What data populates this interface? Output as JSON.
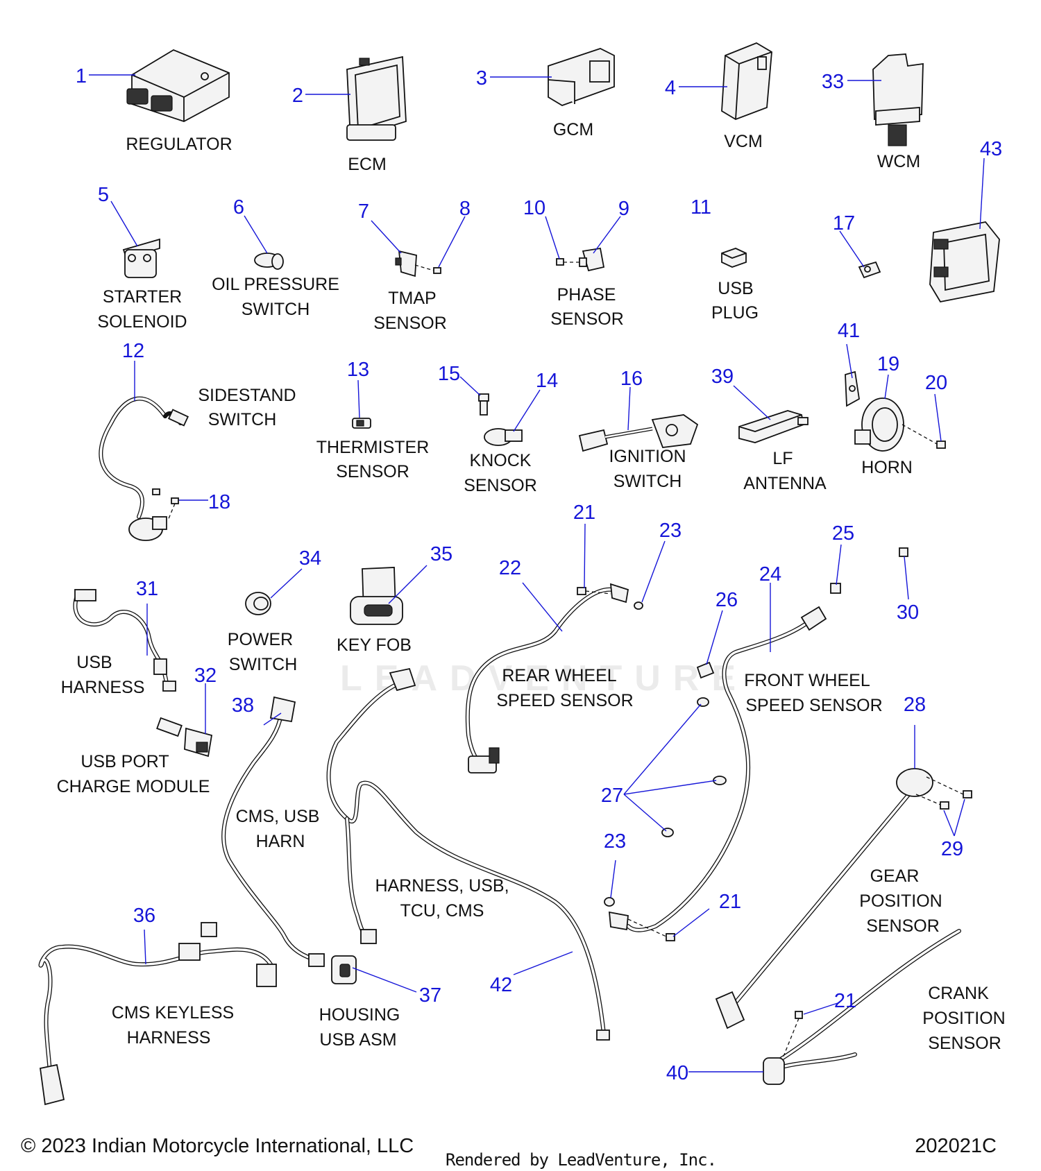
{
  "labels": {
    "regulator": "REGULATOR",
    "ecm": "ECM",
    "gcm": "GCM",
    "vcm": "VCM",
    "wcm": "WCM",
    "starter_solenoid": [
      "STARTER",
      "SOLENOID"
    ],
    "oil_pressure_switch": [
      "OIL PRESSURE",
      "SWITCH"
    ],
    "tmap_sensor": [
      "TMAP",
      "SENSOR"
    ],
    "phase_sensor": [
      "PHASE",
      "SENSOR"
    ],
    "usb_plug": [
      "USB",
      "PLUG"
    ],
    "sidestand_switch": [
      "SIDESTAND",
      "SWITCH"
    ],
    "thermister_sensor": [
      "THERMISTER",
      "SENSOR"
    ],
    "knock_sensor": [
      "KNOCK",
      "SENSOR"
    ],
    "ignition_switch": [
      "IGNITION",
      "SWITCH"
    ],
    "lf_antenna": [
      "LF",
      "ANTENNA"
    ],
    "horn": "HORN",
    "usb_harness": [
      "USB",
      "HARNESS"
    ],
    "power_switch": [
      "POWER",
      "SWITCH"
    ],
    "key_fob": "KEY FOB",
    "rear_wheel_speed_sensor": [
      "REAR WHEEL",
      "SPEED SENSOR"
    ],
    "front_wheel_speed_sensor": [
      "FRONT WHEEL",
      "SPEED SENSOR"
    ],
    "usb_port_charge_module": [
      "USB PORT",
      "CHARGE MODULE"
    ],
    "cms_usb_harn": [
      "CMS, USB",
      "HARN"
    ],
    "harness_usb_tcu_cms": [
      "HARNESS, USB,",
      "TCU, CMS"
    ],
    "gear_position_sensor": [
      "GEAR",
      "POSITION",
      "SENSOR"
    ],
    "cms_keyless_harness": [
      "CMS KEYLESS",
      "HARNESS"
    ],
    "housing_usb_asm": [
      "HOUSING",
      "USB ASM"
    ],
    "crank_position_sensor": [
      "CRANK",
      "POSITION",
      "SENSOR"
    ]
  },
  "callouts": {
    "n1": "1",
    "n2": "2",
    "n3": "3",
    "n4": "4",
    "n5": "5",
    "n6": "6",
    "n7": "7",
    "n8": "8",
    "n9": "9",
    "n10": "10",
    "n11": "11",
    "n12": "12",
    "n13": "13",
    "n14": "14",
    "n15": "15",
    "n16": "16",
    "n17": "17",
    "n18": "18",
    "n19": "19",
    "n20": "20",
    "n21": "21",
    "n22": "22",
    "n23": "23",
    "n24": "24",
    "n25": "25",
    "n26": "26",
    "n27": "27",
    "n28": "28",
    "n29": "29",
    "n30": "30",
    "n31": "31",
    "n32": "32",
    "n33": "33",
    "n34": "34",
    "n35": "35",
    "n36": "36",
    "n37": "37",
    "n38": "38",
    "n39": "39",
    "n40": "40",
    "n41": "41",
    "n42": "42",
    "n43": "43"
  },
  "watermark": "LEADVENTURE",
  "footer": {
    "copyright": "© 2023 Indian Motorcycle International, LLC",
    "rendered_by": "Rendered by LeadVenture, Inc.",
    "diagram_code": "202021C"
  }
}
